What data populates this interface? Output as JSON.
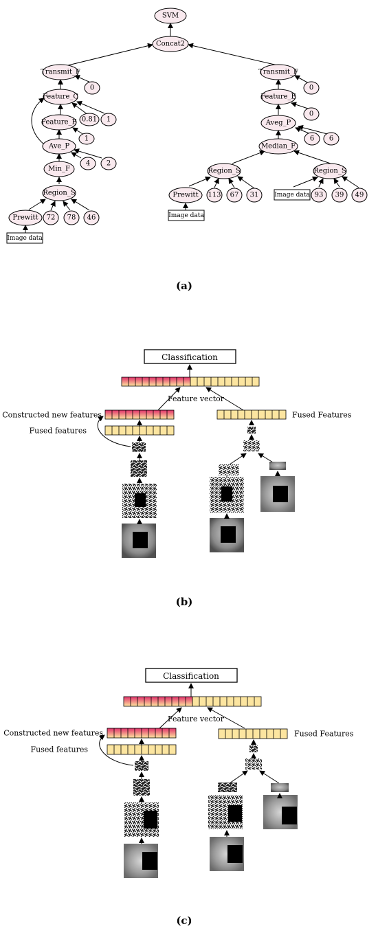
{
  "panel_a": {
    "caption": "(a)",
    "nodes": {
      "svm": "SVM",
      "concat": "Concat2",
      "left": {
        "transmit": "Transmit_F",
        "zero": "0",
        "feature_c": "Feature_C",
        "v081": "0.81",
        "v1a": "1",
        "feature_e": "Feature_E",
        "v1b": "1",
        "ave_p": "Ave_P",
        "v4": "4",
        "v2": "2",
        "min_f": "Min_F",
        "region_s": "Region_S",
        "prewitt": "Prewitt",
        "v72": "72",
        "v78": "78",
        "v46": "46",
        "image_data": "Image data"
      },
      "right": {
        "transmit": "Transmit_F",
        "zero_a": "0",
        "feature_e": "Feature_E",
        "zero_b": "0",
        "aveg_p": "Aveg_P",
        "v6a": "6",
        "v6b": "6",
        "median_f": "Median_F",
        "region_s1": "Region_S",
        "prewitt": "Prewitt",
        "v113": "113",
        "v67": "67",
        "v31": "31",
        "image_data1": "Image data",
        "region_s2": "Region_S",
        "image_data2": "Image data",
        "v93": "93",
        "v39": "39",
        "v49": "49"
      }
    }
  },
  "panel_b": {
    "caption": "(b)",
    "classification": "Classification",
    "feature_vector": "Feature vector",
    "constructed": "Constructed new features",
    "fused_left": "Fused features",
    "fused_right": "Fused Features"
  },
  "panel_c": {
    "caption": "(c)",
    "classification": "Classification",
    "feature_vector": "Feature vector",
    "constructed": "Constructed new features",
    "fused_left": "Fused features",
    "fused_right": "Fused Features"
  },
  "colors": {
    "node_fill": "#f9e9ee",
    "bar_warm_top": "#e0306a",
    "bar_warm_bottom": "#ffe7a0",
    "bar_plain": "#fce5a0"
  }
}
